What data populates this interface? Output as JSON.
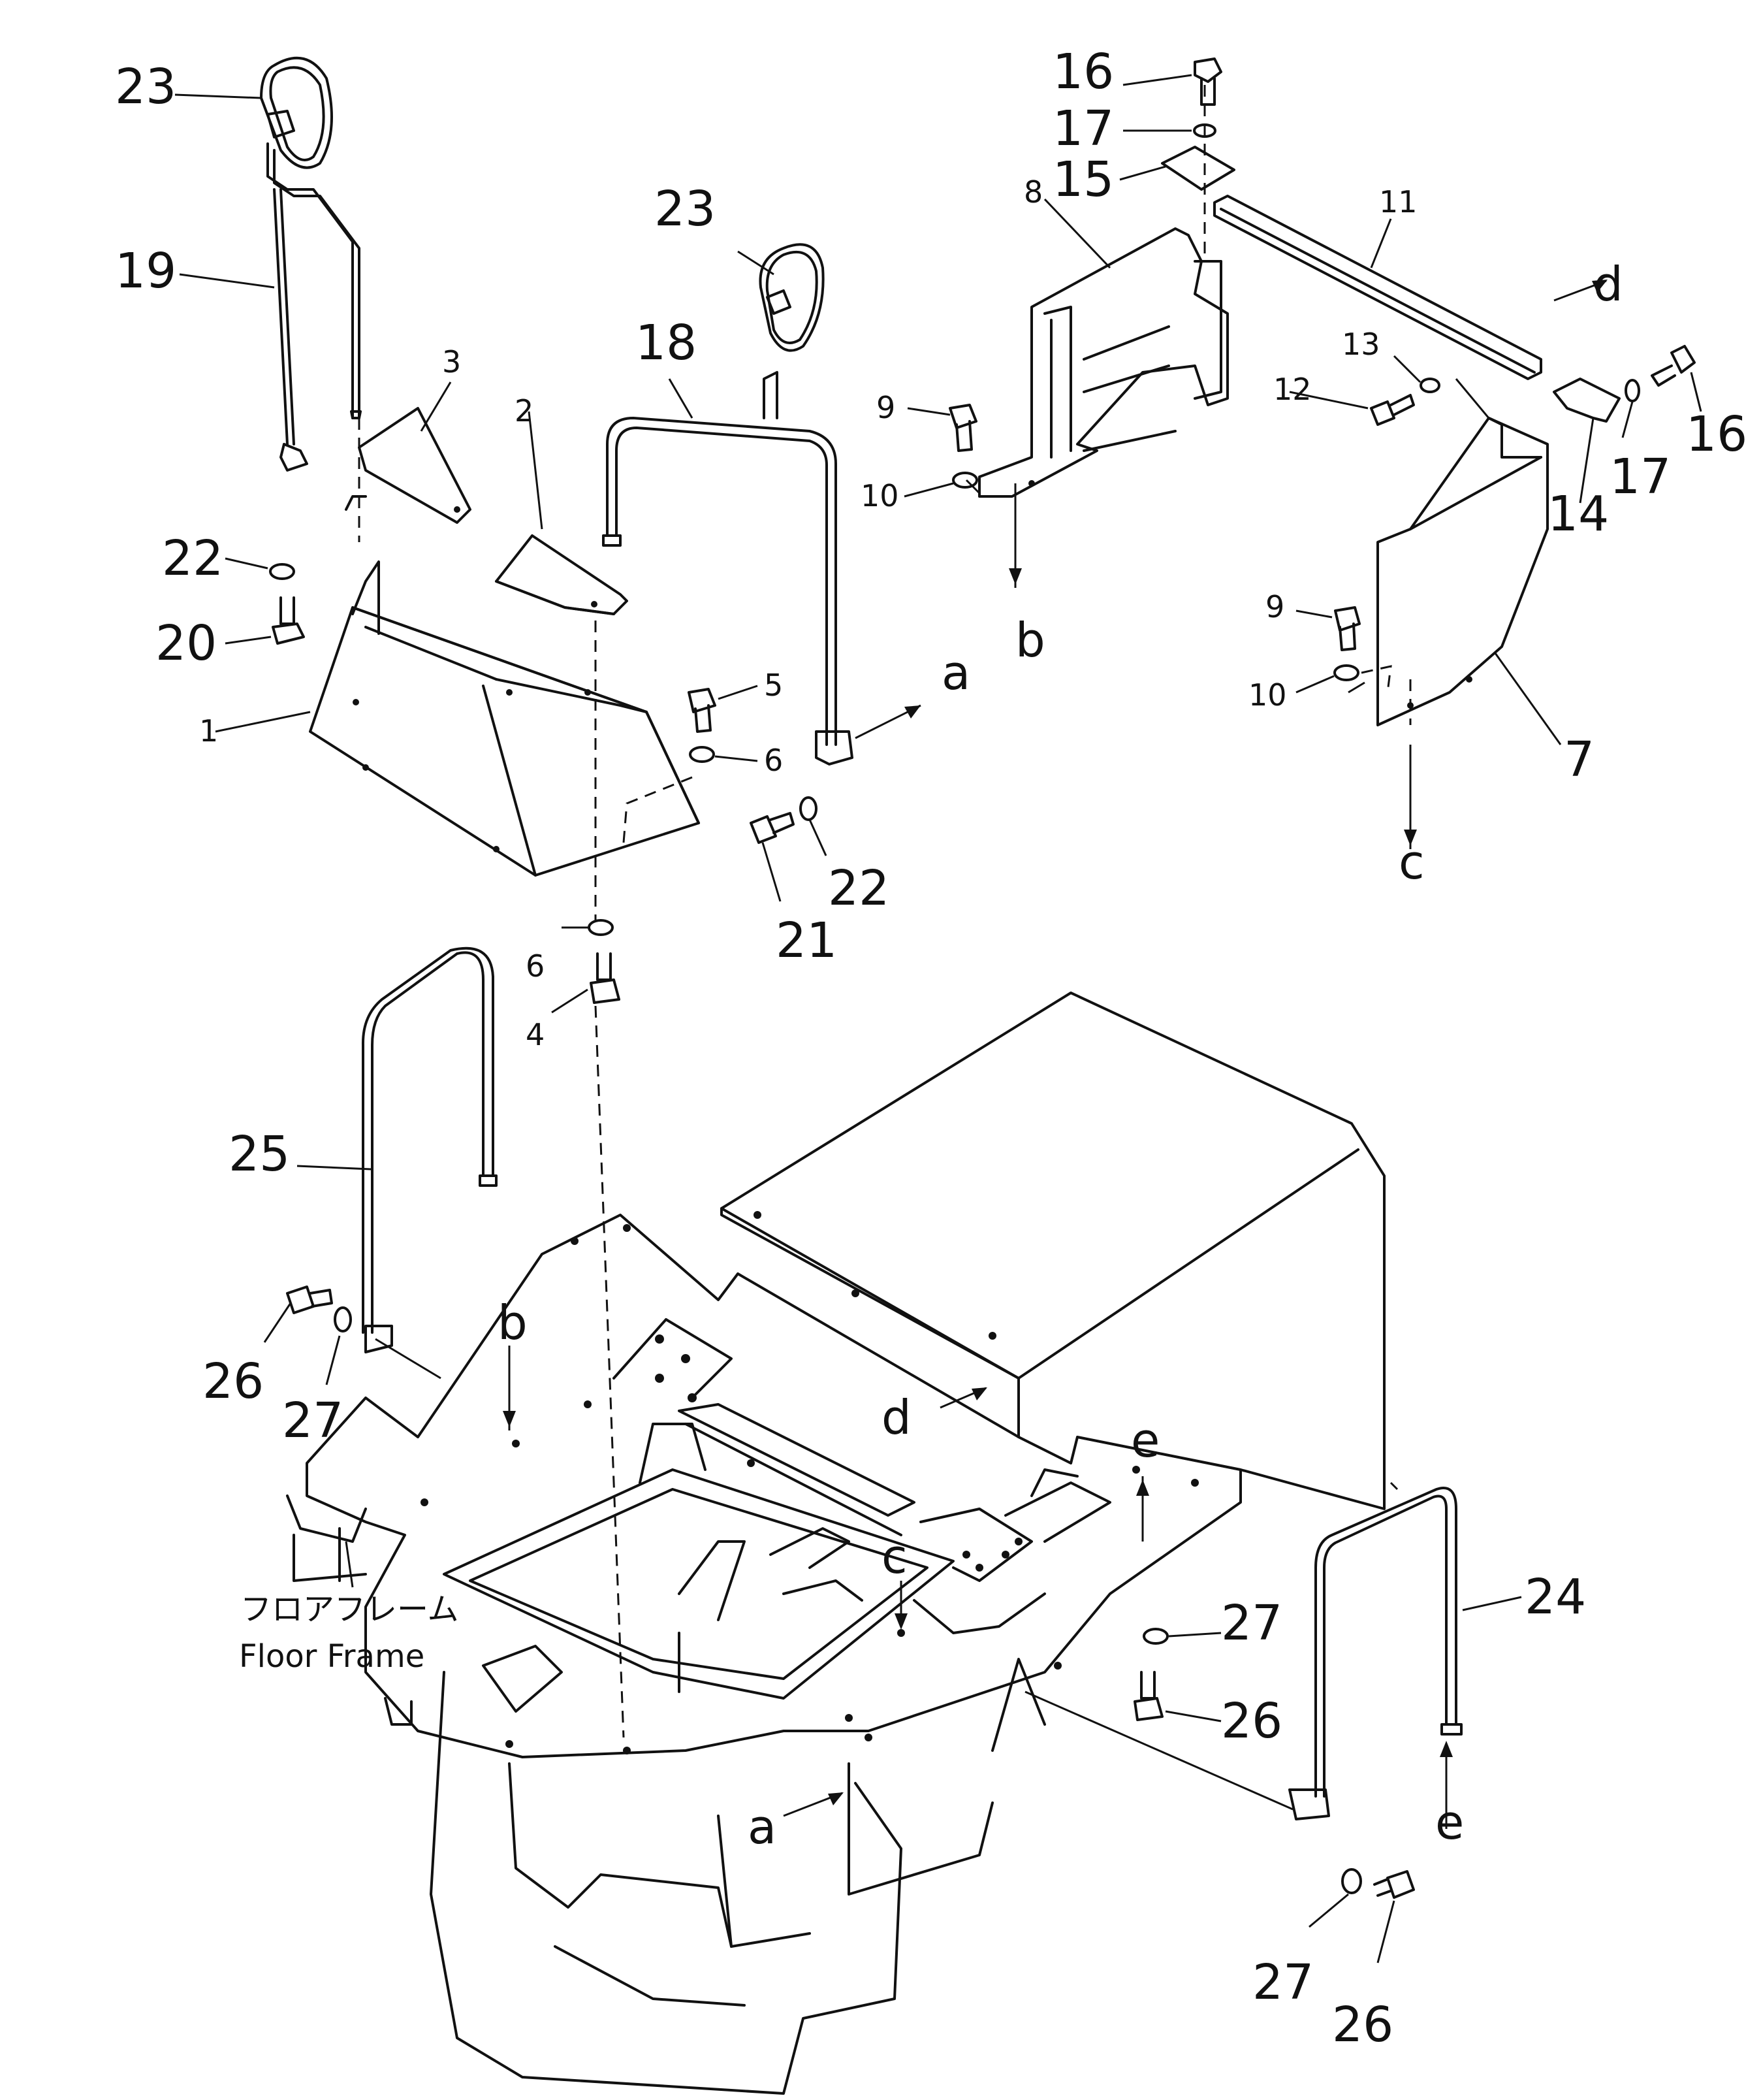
{
  "floor_frame": {
    "label_jp": "フロアフレーム",
    "label_en": "Floor Frame"
  },
  "callouts": {
    "p1": "1",
    "p2": "2",
    "p3": "3",
    "p4": "4",
    "p5": "5",
    "p6a": "6",
    "p6b": "6",
    "p7": "7",
    "p8": "8",
    "p9a": "9",
    "p9b": "9",
    "p10a": "10",
    "p10b": "10",
    "p11": "11",
    "p12": "12",
    "p13": "13",
    "p14": "14",
    "p15": "15",
    "p16a": "16",
    "p16b": "16",
    "p17a": "17",
    "p17b": "17",
    "p18": "18",
    "p19": "19",
    "p20": "20",
    "p21": "21",
    "p22a": "22",
    "p22b": "22",
    "p23a": "23",
    "p23b": "23",
    "p24": "24",
    "p25": "25",
    "p26a": "26",
    "p26b": "26",
    "p26c": "26",
    "p27a": "27",
    "p27b": "27",
    "p27c": "27"
  },
  "refs": {
    "a1": "a",
    "a2": "a",
    "b1": "b",
    "b2": "b",
    "c1": "c",
    "c2": "c",
    "d1": "d",
    "d2": "d",
    "e1": "e",
    "e2": "e"
  }
}
